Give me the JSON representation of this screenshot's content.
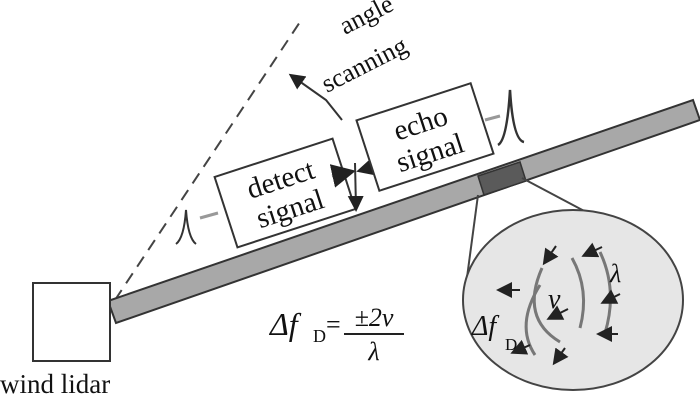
{
  "labels": {
    "angle_line1": "angle",
    "angle_line2": "scanning",
    "detect_line1": "detect",
    "detect_line2": "signal",
    "echo_line1": "echo",
    "echo_line2": "signal",
    "lidar": "wind lidar"
  },
  "formula": {
    "delta_f": "Δf",
    "subscript": "D",
    "equals": "=",
    "numerator": "±2v",
    "denominator": "λ"
  },
  "inset": {
    "velocity": "v",
    "wavelength": "λ",
    "delta_f": "Δf",
    "subscript": "D"
  },
  "colors": {
    "beam": "#a8a8a8",
    "beam_target": "#5a5a5a",
    "inset_fill": "#e6e6e6",
    "stroke": "#333333"
  }
}
